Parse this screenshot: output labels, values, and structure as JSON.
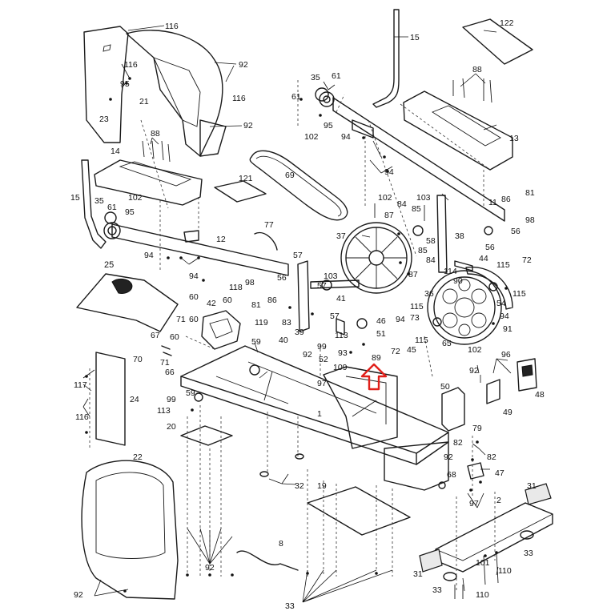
{
  "diagram": {
    "labels": [
      "116",
      "15",
      "122",
      "92",
      "116",
      "88",
      "35",
      "61",
      "21",
      "95",
      "61",
      "116",
      "23",
      "92",
      "102",
      "95",
      "13",
      "94",
      "88",
      "69",
      "94",
      "14",
      "121",
      "102",
      "15",
      "35",
      "61",
      "102",
      "95",
      "103",
      "86",
      "81",
      "87",
      "84",
      "85",
      "11",
      "98",
      "77",
      "56",
      "37",
      "12",
      "58",
      "38",
      "56",
      "94",
      "57",
      "85",
      "114",
      "44",
      "72",
      "25",
      "84",
      "115",
      "87",
      "94",
      "118",
      "98",
      "56",
      "103",
      "90",
      "36",
      "57",
      "60",
      "42",
      "60",
      "81",
      "86",
      "83",
      "41",
      "57",
      "94",
      "115",
      "54",
      "115",
      "119",
      "39",
      "46",
      "94",
      "73",
      "71",
      "91",
      "60",
      "113",
      "51",
      "72",
      "45",
      "115",
      "65",
      "67",
      "40",
      "99",
      "89",
      "102",
      "60",
      "59",
      "92",
      "52",
      "93",
      "70",
      "71",
      "109",
      "66",
      "97",
      "96",
      "117",
      "24",
      "92",
      "50",
      "48",
      "116",
      "59",
      "49",
      "99",
      "113",
      "1",
      "82",
      "79",
      "82",
      "20",
      "92",
      "47",
      "22",
      "68",
      "32",
      "31",
      "19",
      "97",
      "2",
      "8",
      "33",
      "33",
      "101",
      "31",
      "110",
      "92",
      "92",
      "33",
      "110"
    ],
    "arrow_color": "#e0201b"
  }
}
